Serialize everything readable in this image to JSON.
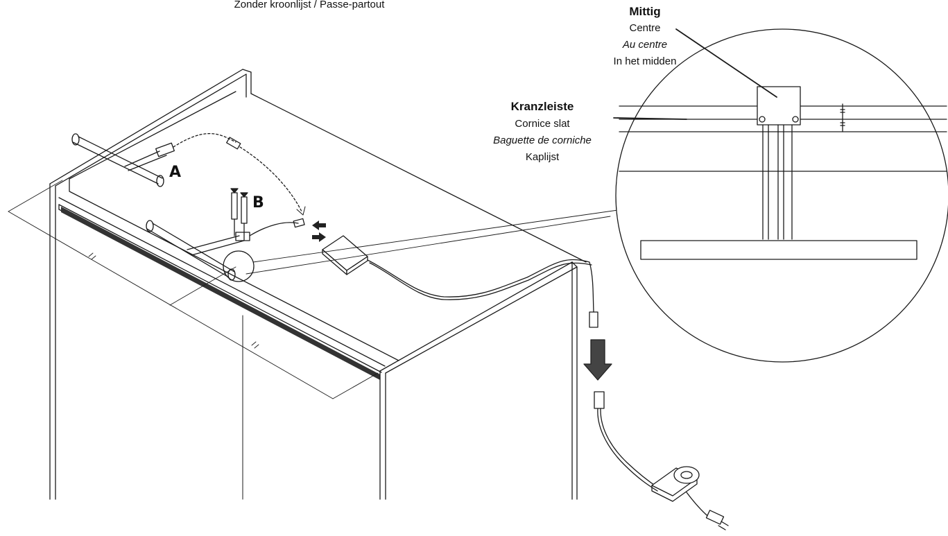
{
  "header": {
    "subtitle": "Zonder kroonlijst / Passe-partout"
  },
  "callout_center": {
    "title": "Mittig",
    "en": "Centre",
    "fr": "Au centre",
    "nl": "In het midden"
  },
  "callout_cornice": {
    "title": "Kranzleiste",
    "en": "Cornice slat",
    "fr": "Baguette de corniche",
    "nl": "Kaplijst"
  },
  "labels": {
    "a": "A",
    "b": "B"
  },
  "colors": {
    "line": "#1a1a1a",
    "panel": "#ffffff",
    "shade": "#cfcfcf"
  }
}
